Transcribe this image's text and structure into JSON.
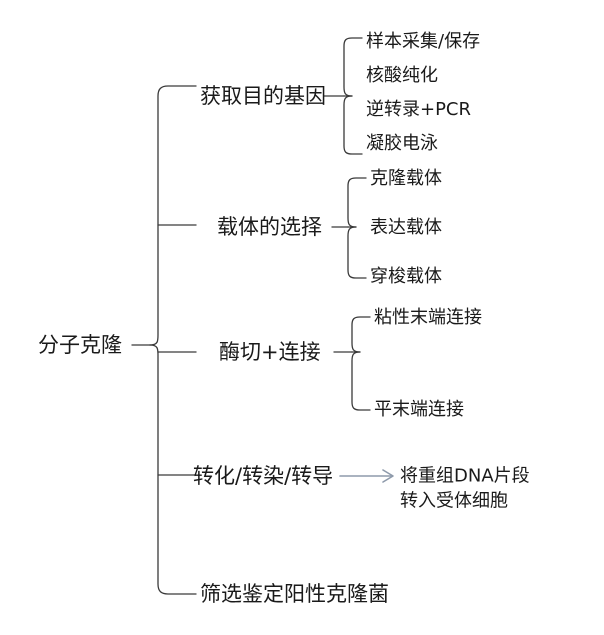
{
  "diagram": {
    "type": "mind-map",
    "title_node": "分子克隆",
    "background_color": "#ffffff",
    "line_color": "#3a3a3a",
    "arrow_color": "#8e9aab",
    "text_color": "#1a1a1a",
    "branches": [
      {
        "label": "获取目的基因",
        "children": [
          "样本采集/保存",
          "核酸纯化",
          "逆转录+PCR",
          "凝胶电泳"
        ]
      },
      {
        "label": "载体的选择",
        "children": [
          "克隆载体",
          "表达载体",
          "穿梭载体"
        ]
      },
      {
        "label": "酶切+连接",
        "children": [
          "粘性末端连接",
          "平末端连接"
        ]
      },
      {
        "label": "转化/转染/转导",
        "note": "将重组DNA片段\n转入受体细胞",
        "children": []
      },
      {
        "label": "筛选鉴定阳性克隆菌",
        "children": []
      }
    ]
  }
}
